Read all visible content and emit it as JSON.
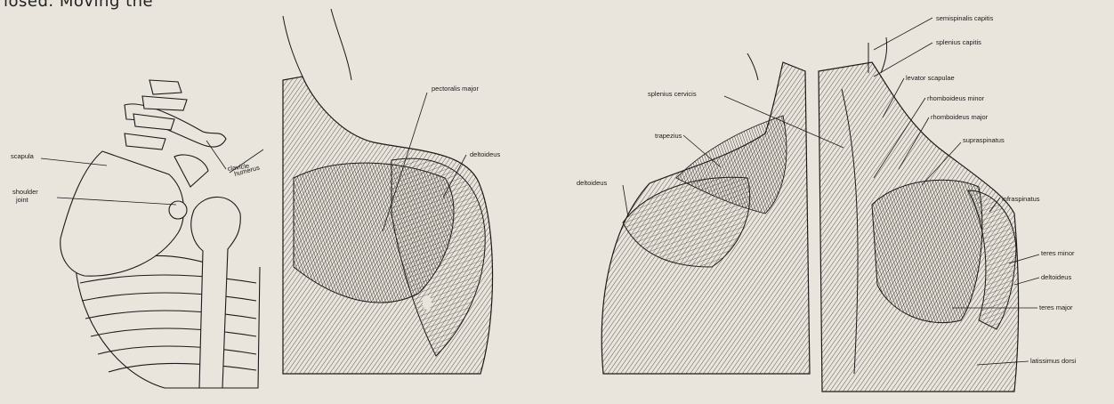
{
  "top_text": "losed. Moving the",
  "colors": {
    "paper": "#e9e5dc",
    "ink": "#1a1a1a",
    "shade": "#3a3632"
  },
  "figures": [
    {
      "name": "skeleton",
      "labels": [
        "clavicle",
        "scapula",
        "humerus",
        "shoulder",
        "joint"
      ]
    },
    {
      "name": "front-muscles",
      "labels": [
        "pectoralis major",
        "deltoideus"
      ]
    },
    {
      "name": "back-superficial",
      "labels": [
        "splenius cervicis",
        "trapezius",
        "deltoideus"
      ]
    },
    {
      "name": "back-deep",
      "labels": [
        "semispinalis capitis",
        "splenius capitis",
        "levator scapulae",
        "rhomboideus minor",
        "rhomboideus major",
        "supraspinatus",
        "infraspinatus",
        "teres minor",
        "deltoideus",
        "teres major",
        "latissimus dorsi"
      ]
    }
  ]
}
